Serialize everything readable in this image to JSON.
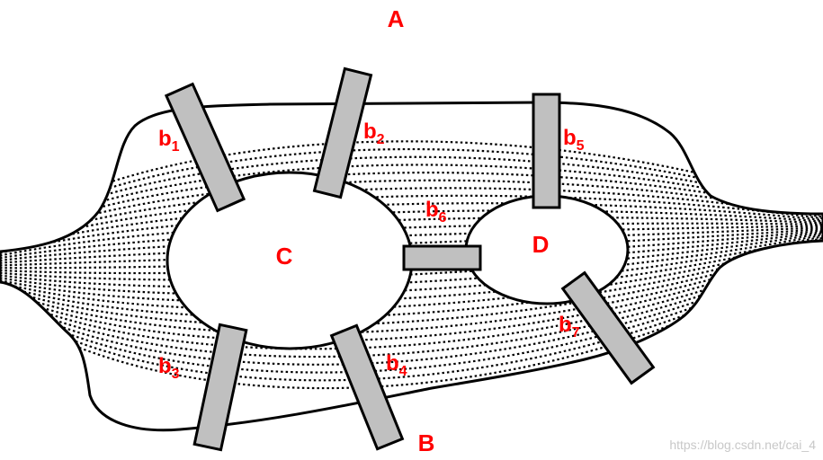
{
  "labels": {
    "region_a": "A",
    "region_b": "B",
    "island_c": "C",
    "island_d": "D"
  },
  "bridges": [
    {
      "letter": "b",
      "sub": "1"
    },
    {
      "letter": "b",
      "sub": "2"
    },
    {
      "letter": "b",
      "sub": "3"
    },
    {
      "letter": "b",
      "sub": "4"
    },
    {
      "letter": "b",
      "sub": "5"
    },
    {
      "letter": "b",
      "sub": "6"
    },
    {
      "letter": "b",
      "sub": "7"
    }
  ],
  "watermark": "https://blog.csdn.net/cai_4",
  "colors": {
    "label": "#ff0000",
    "bridge_fill": "#c0c0c0",
    "outline": "#000000",
    "watermark": "#c8c8c8"
  }
}
